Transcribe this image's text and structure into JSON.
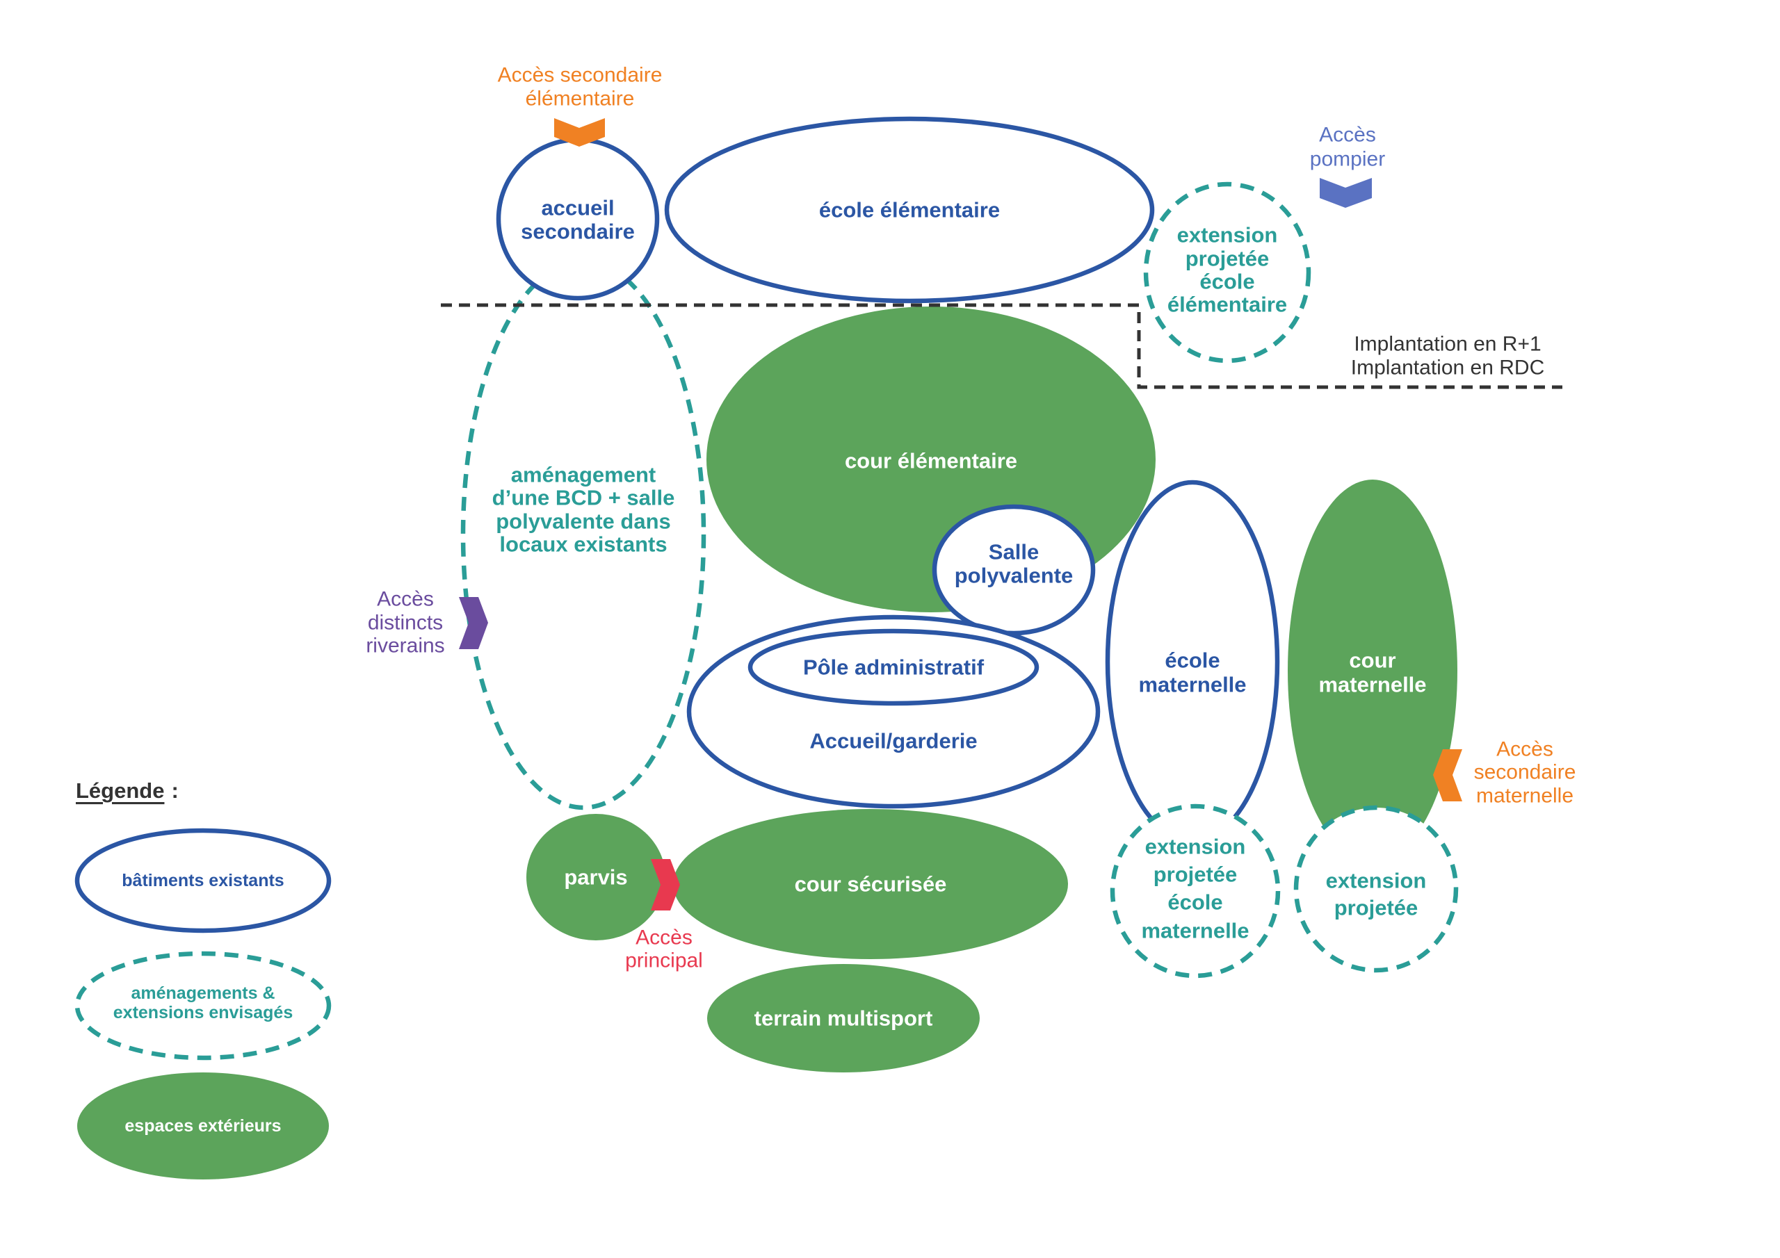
{
  "colors": {
    "building": "#2b56a4",
    "planned": "#2a9d97",
    "outdoor": "#5ca45b",
    "level_line": "#333333",
    "access_secondary": "#f08123",
    "access_fire": "#5a72c2",
    "access_residents": "#6a4c9e",
    "access_main": "#e8394f",
    "text_dark": "#333333"
  },
  "access": {
    "secondaire_elementaire": [
      "Accès secondaire",
      "élémentaire"
    ],
    "pompier": [
      "Accès",
      "pompier"
    ],
    "distincts_riverains": [
      "Accès",
      "distincts",
      "riverains"
    ],
    "principal": [
      "Accès",
      "principal"
    ],
    "secondaire_maternelle": [
      "Accès",
      "secondaire",
      "maternelle"
    ]
  },
  "levels": [
    "Implantation en R+1",
    "Implantation en RDC"
  ],
  "zones": {
    "accueil_secondaire": [
      "accueil",
      "secondaire"
    ],
    "ecole_elementaire": "école élémentaire",
    "extension_elementaire": [
      "extension",
      "projetée",
      "école",
      "élémentaire"
    ],
    "amenagement_bcd": [
      "aménagement",
      "d’une BCD + salle",
      "polyvalente dans",
      "locaux existants"
    ],
    "cour_elementaire": "cour élémentaire",
    "salle_polyvalente": [
      "Salle",
      "polyvalente"
    ],
    "pole_administratif": "Pôle administratif",
    "accueil_garderie": "Accueil/garderie",
    "ecole_maternelle": [
      "école",
      "maternelle"
    ],
    "cour_maternelle": [
      "cour",
      "maternelle"
    ],
    "extension_maternelle": [
      "extension",
      "projetée",
      "école",
      "maternelle"
    ],
    "extension_projetee": [
      "extension",
      "projetée"
    ],
    "parvis": "parvis",
    "cour_securisee": "cour sécurisée",
    "terrain_multisport": "terrain multisport"
  },
  "legend": {
    "title": "Légende",
    "title_suffix": ":",
    "existing": "bâtiments existants",
    "planned": [
      "aménagements &",
      "extensions envisagés"
    ],
    "outdoor": "espaces extérieurs"
  }
}
